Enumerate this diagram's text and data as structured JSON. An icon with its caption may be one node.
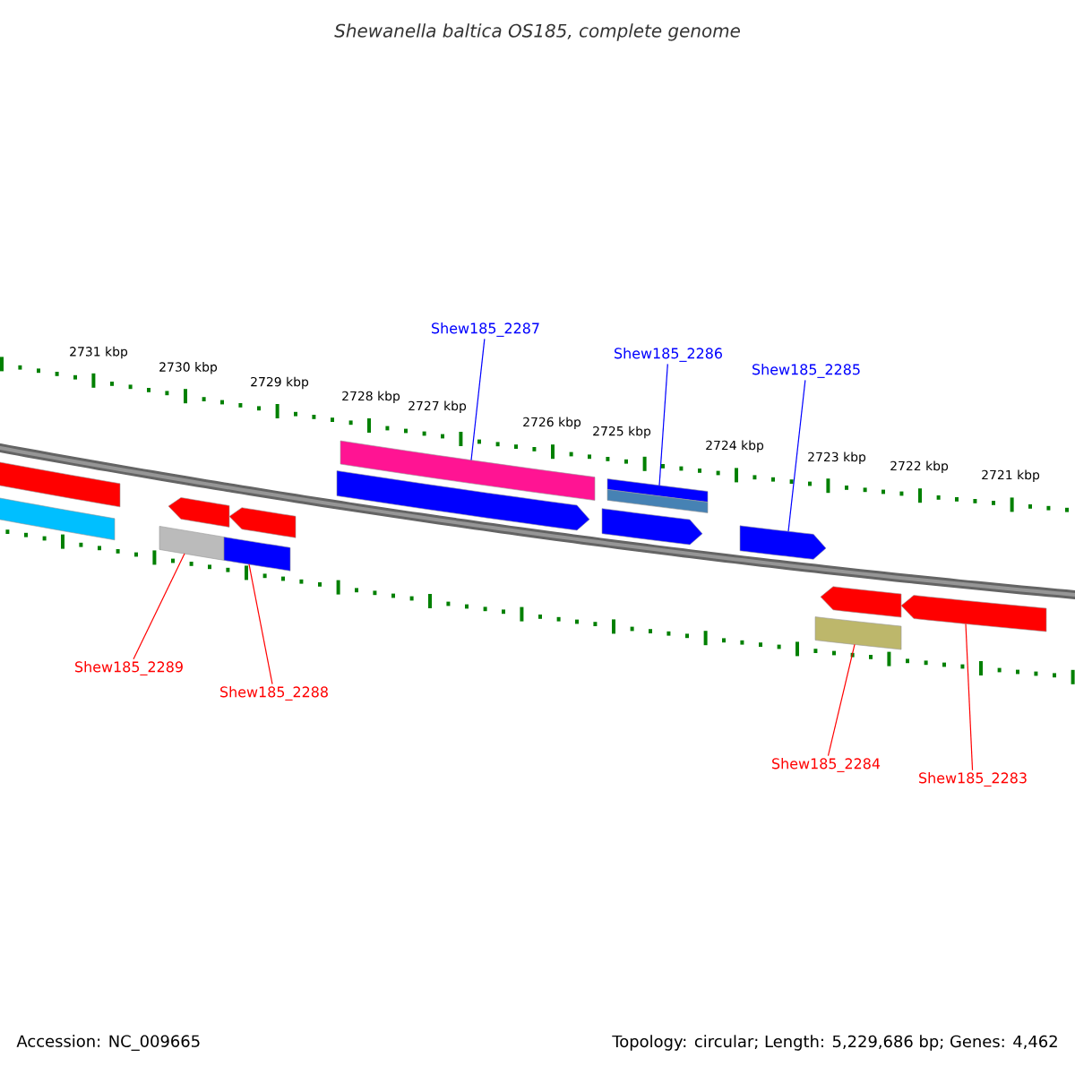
{
  "diagram": {
    "title": "Shewanella baltica OS185, complete genome",
    "nodes": [
      {
        "text": [
          "Shew185_2287"
        ]
      },
      {
        "text": [
          "Shew185_2286"
        ]
      },
      {
        "text": [
          "Shew185_2285"
        ]
      },
      {
        "text": [
          "Shew185_2289"
        ]
      },
      {
        "text": [
          "Shew185_2288"
        ]
      },
      {
        "text": [
          "Shew185_2284"
        ]
      },
      {
        "text": [
          "Shew185_2283"
        ]
      },
      {
        "text": [],
        "shape": "bar"
      },
      {
        "text": [],
        "shape": "bar"
      },
      {
        "text": [],
        "shape": "bar"
      },
      {
        "text": [],
        "shape": "pentagon"
      },
      {
        "text": [],
        "shape": "bar"
      },
      {
        "text": [],
        "shape": "pentagon"
      },
      {
        "text": [],
        "shape": "pentagon"
      },
      {
        "text": [],
        "shape": "bar"
      },
      {
        "text": [],
        "shape": "pentagon"
      },
      {
        "text": [],
        "shape": "bar"
      },
      {
        "text": [],
        "shape": "bar"
      },
      {
        "text": [],
        "shape": "pentagon"
      },
      {
        "text": [],
        "shape": "bar"
      },
      {
        "text": [],
        "shape": "pentagon"
      },
      {
        "text": [],
        "shape": "pentagon"
      }
    ],
    "edges": [
      {
        "from": 0,
        "to": 14,
        "arrow": "none",
        "color": "#0000ff"
      },
      {
        "from": 1,
        "to": 16,
        "arrow": "none",
        "color": "#0000ff"
      },
      {
        "from": 2,
        "to": 18,
        "arrow": "none",
        "color": "#0000ff"
      },
      {
        "from": 3,
        "to": 9,
        "arrow": "none",
        "color": "#ff0000"
      },
      {
        "from": 4,
        "to": 11,
        "arrow": "none",
        "color": "#ff0000"
      },
      {
        "from": 5,
        "to": 19,
        "arrow": "none",
        "color": "#ff0000"
      },
      {
        "from": 6,
        "to": 21,
        "arrow": "none",
        "color": "#ff0000"
      }
    ],
    "labels": [
      "2731 kbp",
      "2730 kbp",
      "2729 kbp",
      "2728 kbp",
      "2727 kbp",
      "2726 kbp",
      "2725 kbp",
      "2724 kbp",
      "2723 kbp",
      "2722 kbp",
      "2721 kbp",
      "Accession: NC_009665",
      "Topology: circular; Length: 5,229,686 bp; Genes: 4,462"
    ]
  }
}
